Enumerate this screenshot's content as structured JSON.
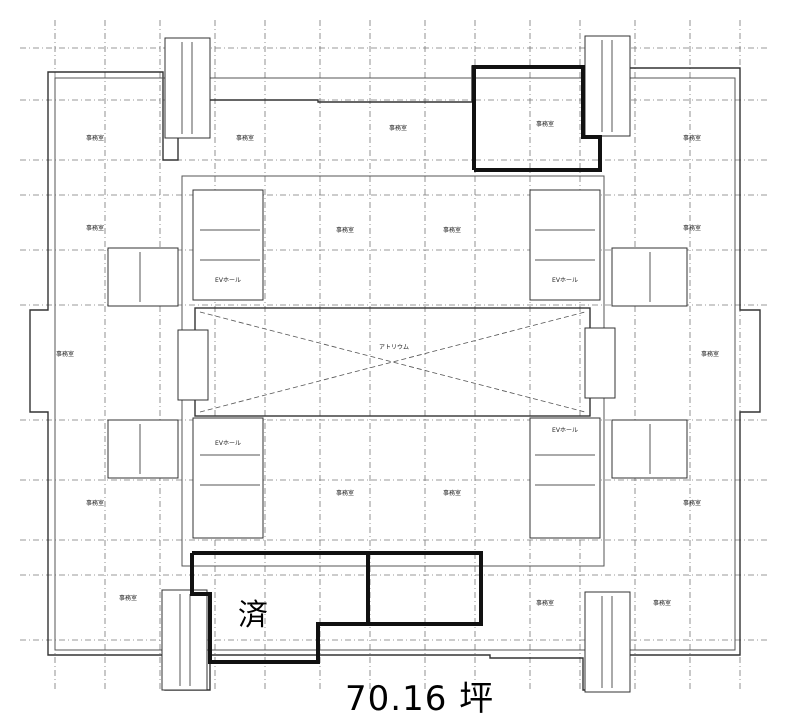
{
  "plan": {
    "room_label": "事務室",
    "atrium_label": "アトリウム",
    "hall_label": "EVホール",
    "leased_mark": "済",
    "area_label": "70.16 坪"
  }
}
